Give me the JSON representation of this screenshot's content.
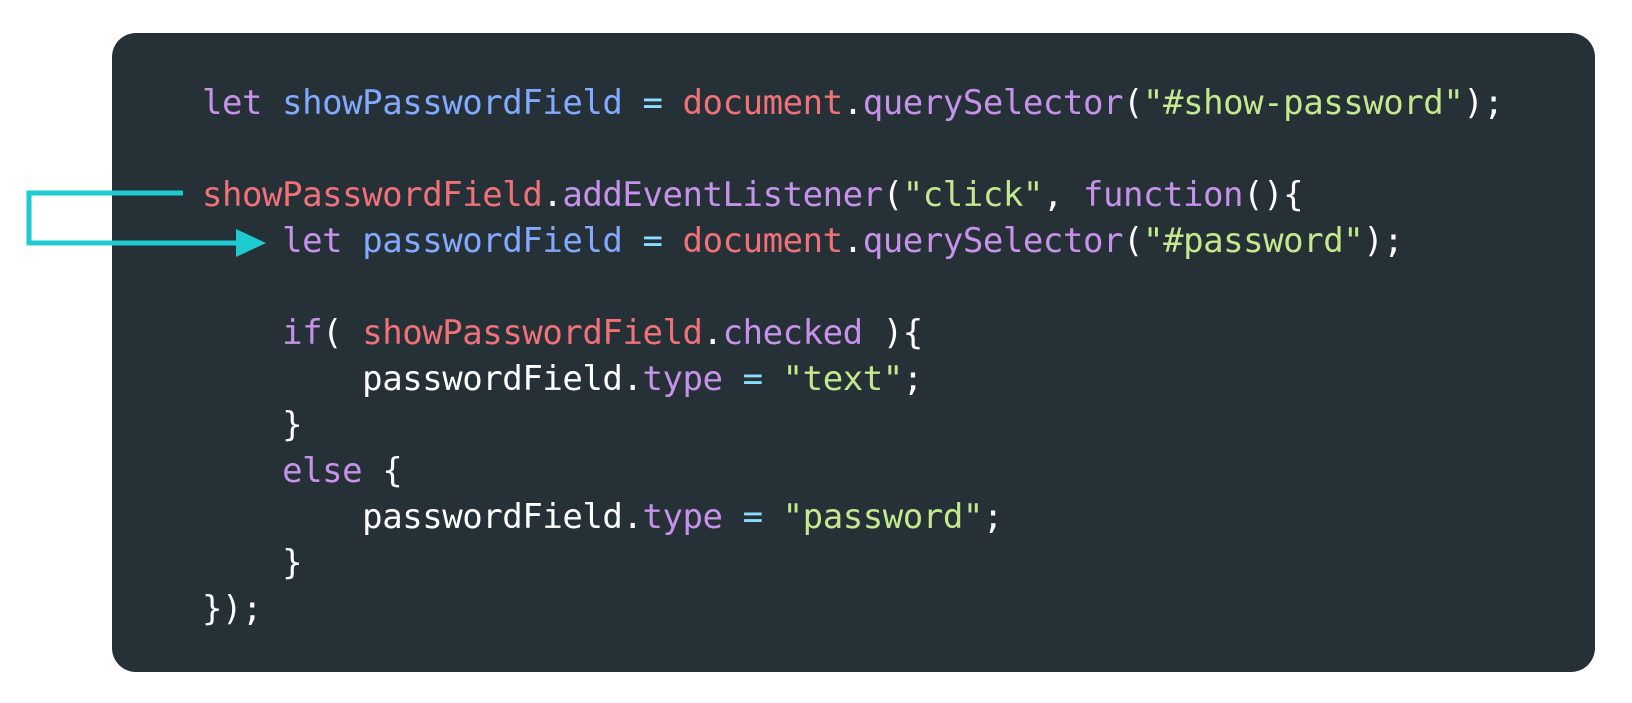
{
  "colors": {
    "panel_bg": "#263037",
    "keyword": "#c792ea",
    "variable": "#82aaff",
    "object": "#f07178",
    "method": "#c792ea",
    "string": "#c3e88d",
    "operator": "#89ddff",
    "plain": "#ffffff",
    "arrow": "#1ecbd0"
  },
  "code": {
    "lines": [
      {
        "id": "line-1",
        "tokens": [
          {
            "text": "let",
            "kind": "keyword"
          },
          {
            "text": " ",
            "kind": "plain"
          },
          {
            "text": "showPasswordField",
            "kind": "variable"
          },
          {
            "text": " ",
            "kind": "plain"
          },
          {
            "text": "=",
            "kind": "operator"
          },
          {
            "text": " ",
            "kind": "plain"
          },
          {
            "text": "document",
            "kind": "object"
          },
          {
            "text": ".",
            "kind": "plain"
          },
          {
            "text": "querySelector",
            "kind": "method"
          },
          {
            "text": "(",
            "kind": "plain"
          },
          {
            "text": "\"#show-password\"",
            "kind": "string"
          },
          {
            "text": ");",
            "kind": "plain"
          }
        ]
      },
      {
        "id": "line-2",
        "tokens": [
          {
            "text": "showPasswordField",
            "kind": "object"
          },
          {
            "text": ".",
            "kind": "plain"
          },
          {
            "text": "addEventListener",
            "kind": "method"
          },
          {
            "text": "(",
            "kind": "plain"
          },
          {
            "text": "\"click\"",
            "kind": "string"
          },
          {
            "text": ", ",
            "kind": "plain"
          },
          {
            "text": "function",
            "kind": "keyword"
          },
          {
            "text": "(){",
            "kind": "plain"
          }
        ]
      },
      {
        "id": "line-3",
        "tokens": [
          {
            "text": "    ",
            "kind": "plain"
          },
          {
            "text": "let",
            "kind": "keyword"
          },
          {
            "text": " ",
            "kind": "plain"
          },
          {
            "text": "passwordField",
            "kind": "variable"
          },
          {
            "text": " ",
            "kind": "plain"
          },
          {
            "text": "=",
            "kind": "operator"
          },
          {
            "text": " ",
            "kind": "plain"
          },
          {
            "text": "document",
            "kind": "object"
          },
          {
            "text": ".",
            "kind": "plain"
          },
          {
            "text": "querySelector",
            "kind": "method"
          },
          {
            "text": "(",
            "kind": "plain"
          },
          {
            "text": "\"#password\"",
            "kind": "string"
          },
          {
            "text": ");",
            "kind": "plain"
          }
        ]
      },
      {
        "id": "line-4",
        "tokens": [
          {
            "text": "    ",
            "kind": "plain"
          },
          {
            "text": "if",
            "kind": "keyword"
          },
          {
            "text": "( ",
            "kind": "plain"
          },
          {
            "text": "showPasswordField",
            "kind": "object"
          },
          {
            "text": ".",
            "kind": "plain"
          },
          {
            "text": "checked",
            "kind": "method"
          },
          {
            "text": " ){",
            "kind": "plain"
          }
        ]
      },
      {
        "id": "line-5",
        "tokens": [
          {
            "text": "        ",
            "kind": "plain"
          },
          {
            "text": "passwordField",
            "kind": "plain"
          },
          {
            "text": ".",
            "kind": "plain"
          },
          {
            "text": "type",
            "kind": "method"
          },
          {
            "text": " ",
            "kind": "plain"
          },
          {
            "text": "=",
            "kind": "operator"
          },
          {
            "text": " ",
            "kind": "plain"
          },
          {
            "text": "\"text\"",
            "kind": "string"
          },
          {
            "text": ";",
            "kind": "plain"
          }
        ]
      },
      {
        "id": "line-6",
        "tokens": [
          {
            "text": "    ",
            "kind": "plain"
          },
          {
            "text": "}",
            "kind": "plain"
          }
        ]
      },
      {
        "id": "line-7",
        "tokens": [
          {
            "text": "    ",
            "kind": "plain"
          },
          {
            "text": "else",
            "kind": "keyword"
          },
          {
            "text": " {",
            "kind": "plain"
          }
        ]
      },
      {
        "id": "line-8",
        "tokens": [
          {
            "text": "        ",
            "kind": "plain"
          },
          {
            "text": "passwordField",
            "kind": "plain"
          },
          {
            "text": ".",
            "kind": "plain"
          },
          {
            "text": "type",
            "kind": "method"
          },
          {
            "text": " ",
            "kind": "plain"
          },
          {
            "text": "=",
            "kind": "operator"
          },
          {
            "text": " ",
            "kind": "plain"
          },
          {
            "text": "\"password\"",
            "kind": "string"
          },
          {
            "text": ";",
            "kind": "plain"
          }
        ]
      },
      {
        "id": "line-9",
        "tokens": [
          {
            "text": "    ",
            "kind": "plain"
          },
          {
            "text": "}",
            "kind": "plain"
          }
        ]
      },
      {
        "id": "line-10",
        "tokens": [
          {
            "text": "});",
            "kind": "plain"
          }
        ]
      }
    ]
  }
}
